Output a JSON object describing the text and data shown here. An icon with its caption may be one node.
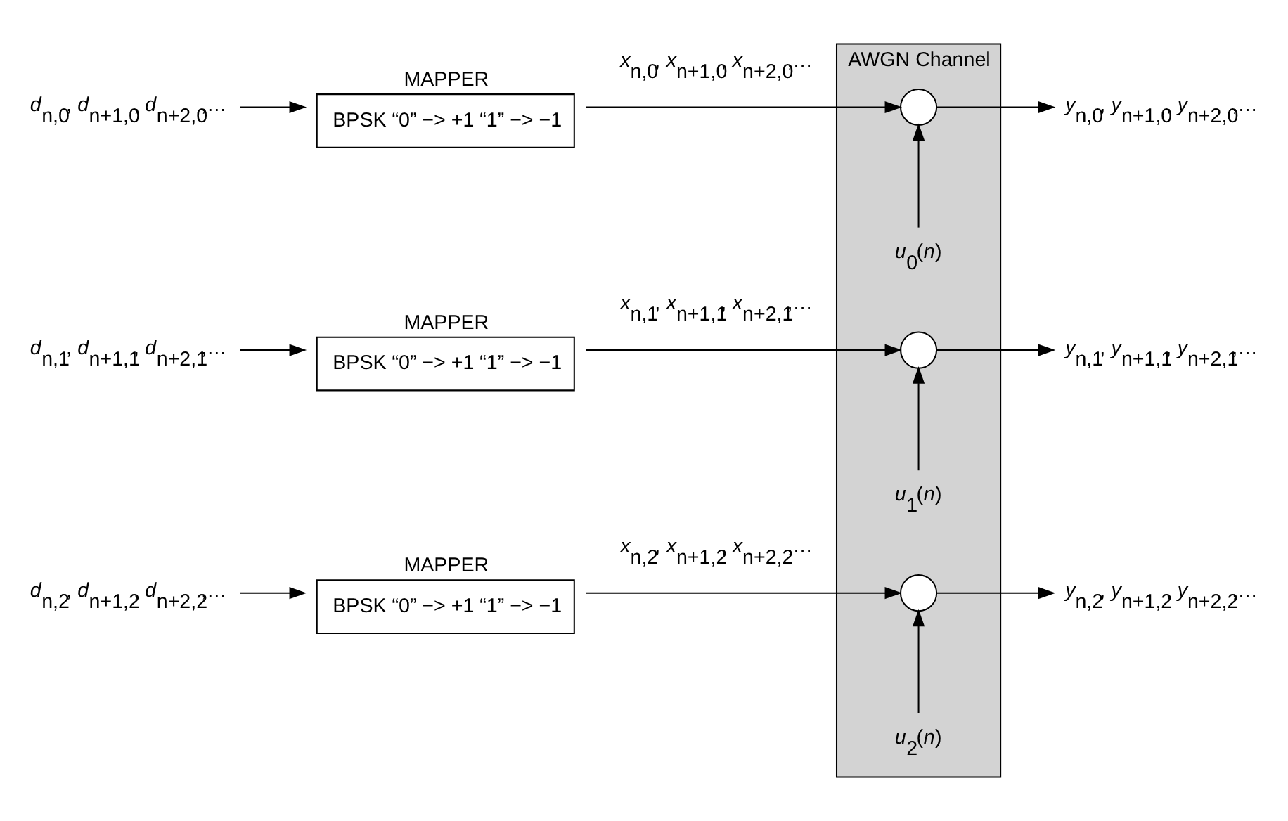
{
  "diagram": {
    "nodes": [
      {
        "text": [
          "AWGN Channel"
        ]
      },
      {
        "text": [
          "*d*$_{n,0}$, *d*$_{n+1,0}$, *d*$_{n+2,0}$,…"
        ]
      },
      {
        "text": [
          "MAPPER",
          "BPSK “0” −> +1 “1” −> −1"
        ]
      },
      {
        "text": [],
        "shape": "circle",
        "in": 0
      },
      {
        "text": [
          "*u*$_{0}$(*n*)"
        ],
        "in": 0
      },
      {
        "text": [
          "*y*$_{n,0}$, *y*$_{n+1,0}$, *y*$_{n+2,0}$,…"
        ]
      },
      {
        "text": [
          "*d*$_{n,1}$, *d*$_{n+1,1}$, *d*$_{n+2,1}$,…"
        ]
      },
      {
        "text": [
          "MAPPER",
          "BPSK “0” −> +1 “1” −> −1"
        ]
      },
      {
        "text": [],
        "shape": "circle",
        "in": 0
      },
      {
        "text": [
          "*u*$_{1}$(*n*)"
        ],
        "in": 0
      },
      {
        "text": [
          "*y*$_{n,1}$, *y*$_{n+1,1}$, *y*$_{n+2,1}$,…"
        ]
      },
      {
        "text": [
          "*d*$_{n,2}$, *d*$_{n+1,2}$, *d*$_{n+2,2}$,…"
        ]
      },
      {
        "text": [
          "MAPPER",
          "BPSK “0” −> +1 “1” −> −1"
        ]
      },
      {
        "text": [],
        "shape": "circle",
        "in": 0
      },
      {
        "text": [
          "*u*$_{2}$(*n*)"
        ],
        "in": 0
      },
      {
        "text": [
          "*y*$_{n,2}$, *y*$_{n+1,2}$, *y*$_{n+2,2}$,…"
        ]
      }
    ],
    "edges": [
      {
        "from": 1,
        "to": 2,
        "arrow": "to"
      },
      {
        "from": 2,
        "to": 3,
        "arrow": "to",
        "label": "*x*$_{n,0}$, *x*$_{n+1,0}$, *x*$_{n+2,0}$,…"
      },
      {
        "from": 4,
        "to": 3,
        "arrow": "to"
      },
      {
        "from": 3,
        "to": 5,
        "arrow": "to"
      },
      {
        "from": 6,
        "to": 7,
        "arrow": "to"
      },
      {
        "from": 7,
        "to": 8,
        "arrow": "to",
        "label": "*x*$_{n,1}$, *x*$_{n+1,1}$, *x*$_{n+2,1}$,…"
      },
      {
        "from": 9,
        "to": 8,
        "arrow": "to"
      },
      {
        "from": 8,
        "to": 10,
        "arrow": "to"
      },
      {
        "from": 11,
        "to": 12,
        "arrow": "to"
      },
      {
        "from": 12,
        "to": 13,
        "arrow": "to",
        "label": "*x*$_{n,2}$, *x*$_{n+1,2}$, *x*$_{n+2,2}$,…"
      },
      {
        "from": 14,
        "to": 13,
        "arrow": "to"
      },
      {
        "from": 13,
        "to": 15,
        "arrow": "to"
      }
    ]
  }
}
